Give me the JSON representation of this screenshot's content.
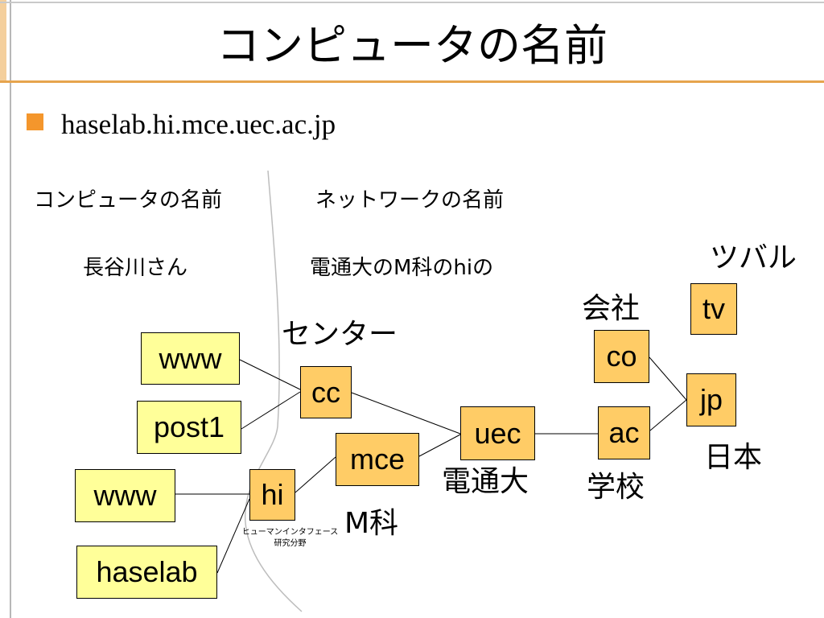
{
  "slide": {
    "title": "コンピュータの名前",
    "bullet": "haselab.hi.mce.uec.ac.jp"
  },
  "headers": {
    "computer_name": "コンピュータの名前",
    "network_name": "ネットワークの名前"
  },
  "subtitles": {
    "hasegawa": "長谷川さん",
    "uec_m_hi": "電通大のM科のhiの"
  },
  "nodes": {
    "www_top": "www",
    "post1": "post1",
    "www_bottom": "www",
    "haselab": "haselab",
    "cc": "cc",
    "hi": "hi",
    "mce": "mce",
    "uec": "uec",
    "co": "co",
    "ac": "ac",
    "jp": "jp",
    "tv": "tv"
  },
  "captions": {
    "center": "センター",
    "company": "会社",
    "tuvalu": "ツバル",
    "japan": "日本",
    "uec": "電通大",
    "school": "学校",
    "mka": "M科",
    "hi_lab": [
      "ヒューマンインタフェース",
      "研究分野"
    ]
  },
  "colors": {
    "accent_orange": "#f4962c",
    "title_rule": "#e6a44d",
    "node_yellow": "#ffff99",
    "node_orange": "#ffcc66"
  }
}
